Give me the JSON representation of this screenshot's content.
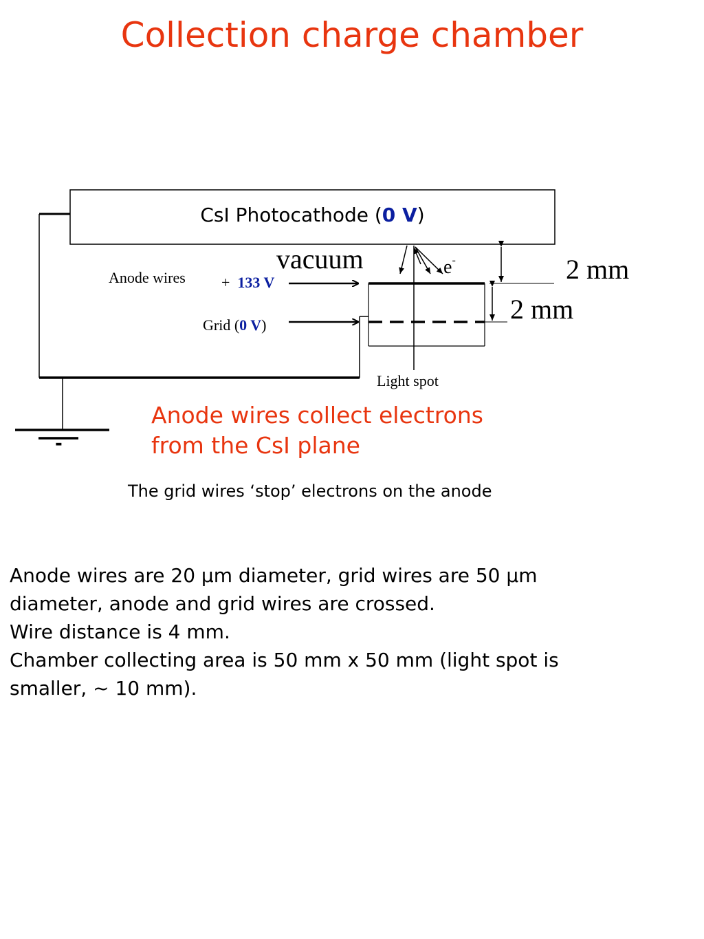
{
  "title": "Collection charge chamber",
  "diagram": {
    "cathode": {
      "label": "CsI Photocathode (",
      "voltage": "0 V",
      "close": ")"
    },
    "vacuum": "vacuum",
    "electron": {
      "symbol": "e",
      "sup": "-"
    },
    "gap_upper": "2 mm",
    "gap_lower": "2 mm",
    "anode_wires_label": "Anode wires",
    "anode_voltage": {
      "sign": "+",
      "value": "133 V"
    },
    "grid": {
      "label": "Grid (",
      "voltage": "0 V",
      "close": ")"
    },
    "light_spot": "Light spot",
    "ground_sign": "-"
  },
  "notes": {
    "anode_collect": "Anode wires collect electrons\nfrom the CsI plane",
    "grid_stop": "The grid wires ‘stop’ electrons on the anode"
  },
  "paragraph": [
    "Anode wires are 20 μm diameter, grid wires are 50 μm",
    "diameter, anode and grid wires are crossed.",
    "Wire distance is 4 mm.",
    "Chamber collecting area is 50 mm x 50 mm (light spot is",
    "smaller, ~ 10 mm)."
  ]
}
